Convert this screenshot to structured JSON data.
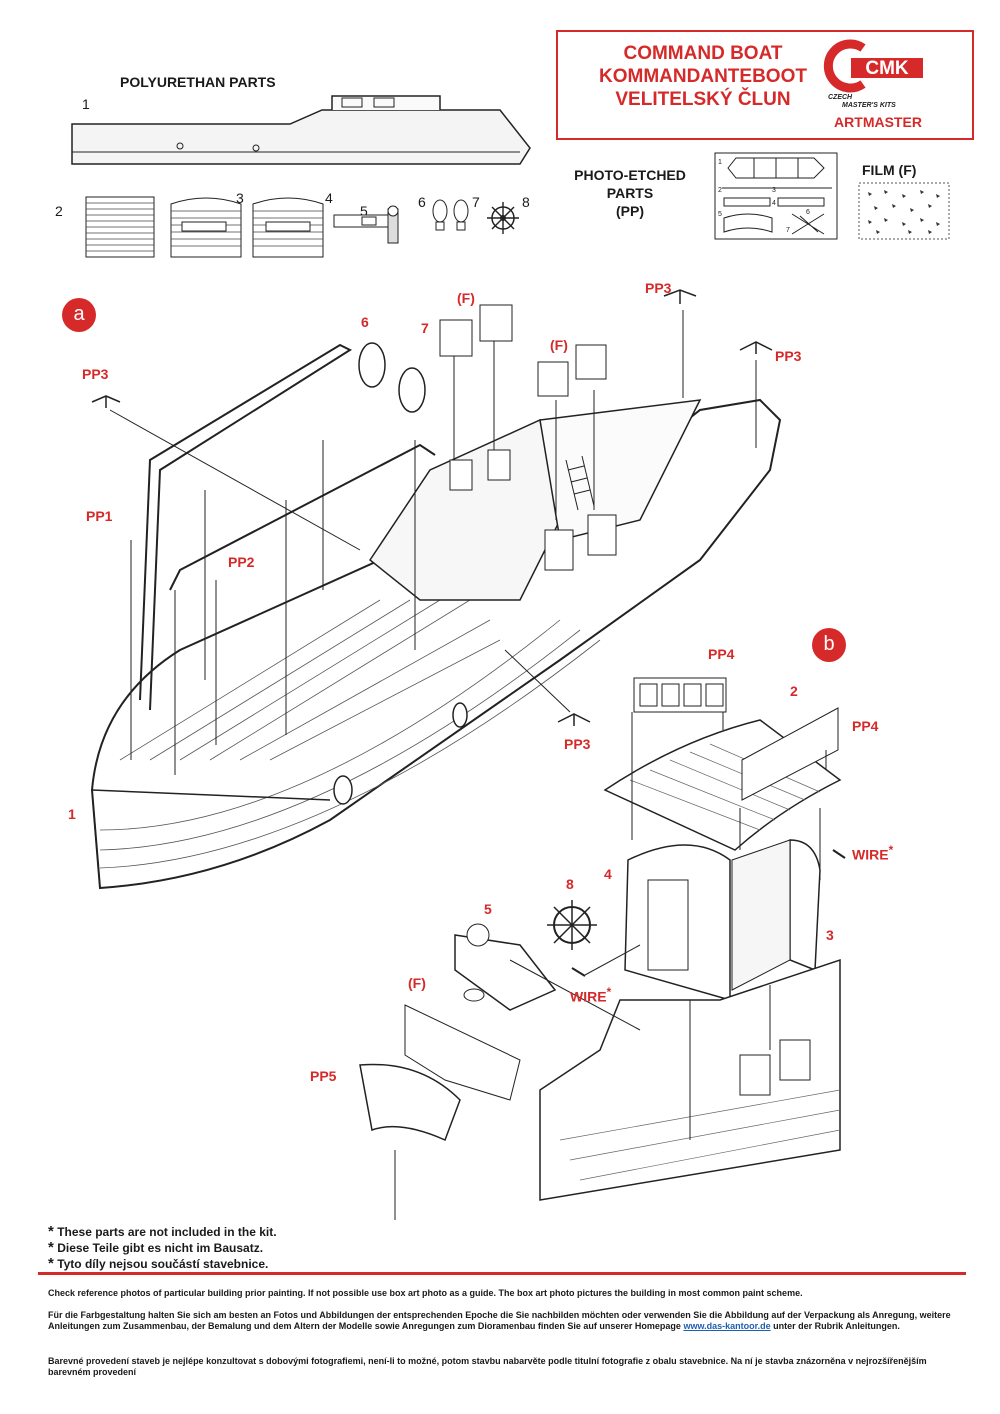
{
  "title": {
    "line1": "COMMAND BOAT",
    "line2": "KOMMANDANTEBOOT",
    "line3": "VELITELSKÝ ČLUN",
    "logo_text": "CMK",
    "logo_sub1": "CZECH",
    "logo_sub2": "MASTER'S KITS",
    "brand": "ARTMASTER"
  },
  "sections": {
    "polyurethan": "POLYURETHAN PARTS",
    "photo_etched": "PHOTO-ETCHED\nPARTS\n(PP)",
    "film": "FILM (F)"
  },
  "part_numbers": [
    "1",
    "2",
    "3",
    "4",
    "5",
    "6",
    "7",
    "8"
  ],
  "pp_sheet_numbers": [
    "1",
    "2",
    "3",
    "4",
    "5",
    "6",
    "7"
  ],
  "step_a": {
    "marker": "a",
    "labels": {
      "pp3_left": "PP3",
      "pp3_top": "PP3",
      "pp3_right": "PP3",
      "pp3_bottom": "PP3",
      "pp1": "PP1",
      "pp2": "PP2",
      "f_left": "(F)",
      "f_right": "(F)",
      "six": "6",
      "seven": "7",
      "one": "1"
    }
  },
  "step_b": {
    "marker": "b",
    "labels": {
      "pp4_top": "PP4",
      "pp4_right": "PP4",
      "two": "2",
      "wire_right": "WIRE",
      "wire_left": "WIRE",
      "star": "*",
      "three": "3",
      "four": "4",
      "five": "5",
      "eight": "8",
      "f": "(F)",
      "pp5": "PP5"
    }
  },
  "notes": [
    "These parts are not included in the kit.",
    "Diese Teile gibt es nicht im Bausatz.",
    "Tyto díly nejsou součástí stavebnice."
  ],
  "footer": {
    "english": "Check reference photos of particular building prior painting. If not possible use box art photo as a guide. The box art photo pictures the building in most common paint scheme.",
    "german": "Für die Farbgestaltung halten Sie sich am besten an Fotos und Abbildungen der entsprechenden Epoche die Sie nachbilden möchten oder verwenden Sie die Abbildung auf der Verpackung als Anregung, weitere Anleitungen zum Zusammenbau, der Bemalung und dem Altern der Modelle sowie Anregungen zum Dioramenbau finden Sie auf unserer Homepage",
    "link": "www.das-kantoor.de",
    "german_tail": "unter der Rubrik Anleitungen.",
    "czech": "Barevné provedení staveb je nejlépe konzultovat s dobovými fotografiemi, není-li to možné, potom stavbu nabarvěte podle titulní fotografie z obalu stavebnice. Na ní je stavba znázorněna v nejrozšířenějším barevném provedení"
  },
  "colors": {
    "accent": "#d62a2a",
    "ink": "#1a1a1a",
    "link": "#1f5fb0"
  }
}
